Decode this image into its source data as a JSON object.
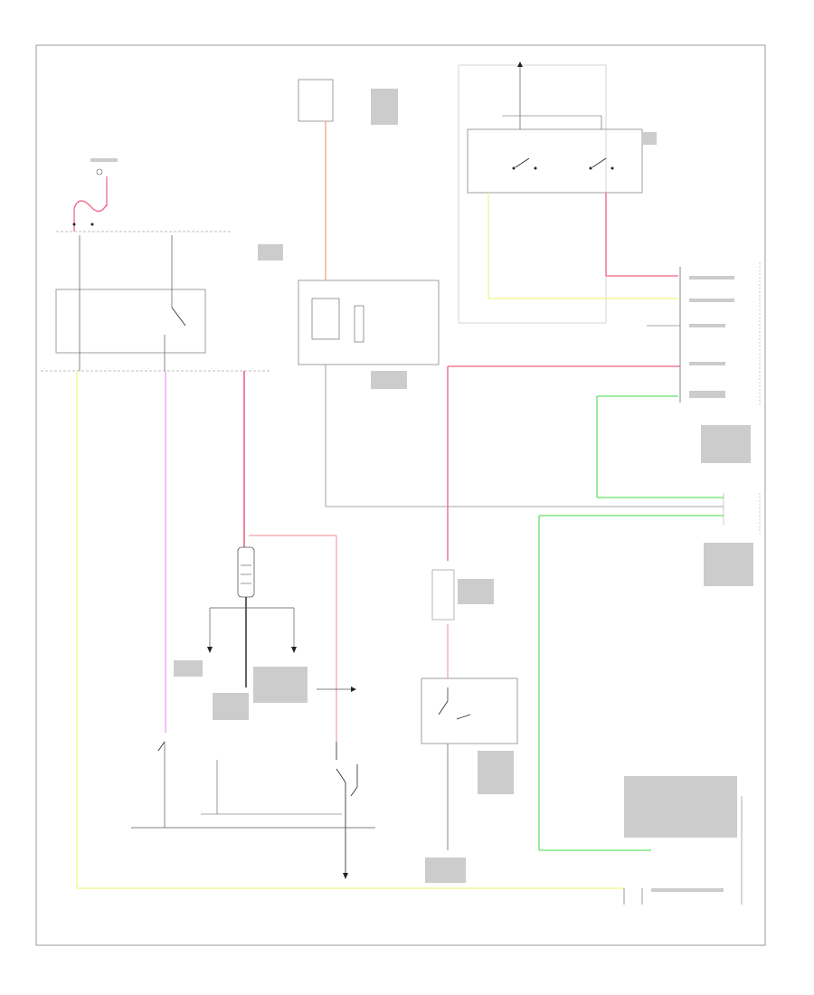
{
  "diagram": {
    "title": "",
    "document_code": "",
    "wire_colors": {
      "yellow": "#f4f48a",
      "red": "#f06080",
      "salmon": "#f7a088",
      "light_red": "#f4a0a8",
      "pink_violet": "#e9a0f0",
      "green": "#66e066",
      "gray": "#888888",
      "black": "#222222",
      "frame": "#999999"
    },
    "components": [
      {
        "id": "underhood-fuse-block",
        "label": ""
      },
      {
        "id": "instrument-panel-cluster",
        "label": ""
      },
      {
        "id": "ignition-switch",
        "label": ""
      },
      {
        "id": "battery",
        "label": ""
      },
      {
        "id": "starter",
        "label": ""
      },
      {
        "id": "clutch-pedal-switch",
        "label": ""
      },
      {
        "id": "engine-control-module",
        "label": ""
      }
    ]
  }
}
